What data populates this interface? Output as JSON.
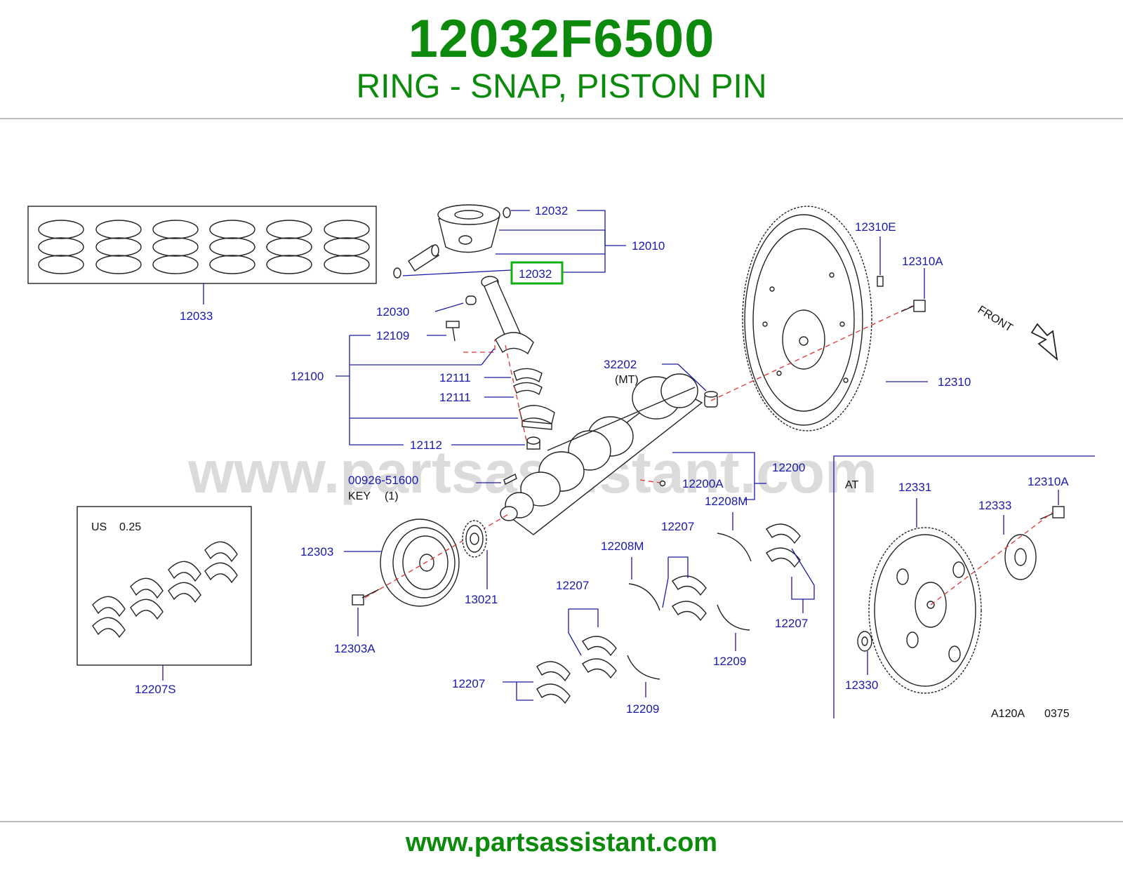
{
  "header": {
    "part_number": "12032F6500",
    "description": "RING - SNAP, PISTON PIN"
  },
  "diagram": {
    "watermark": "www.partsassistant.com",
    "highlighted_part": "12032",
    "labels": {
      "l12032a": "12032",
      "l12010": "12010",
      "l12032b": "12032",
      "l12033": "12033",
      "l12030": "12030",
      "l12109": "12109",
      "l12100": "12100",
      "l12111a": "12111",
      "l12111b": "12111",
      "l12112": "12112",
      "l32202": "32202",
      "l32202mt": "(MT)",
      "l12310e": "12310E",
      "l12310a": "12310A",
      "l12310": "12310",
      "front": "FRONT",
      "l12200": "12200",
      "l12200a": "12200A",
      "l00926": "00926-51600",
      "key": "KEY",
      "key_qty": "(1)",
      "us": "US",
      "us_size": "0.25",
      "l12303": "12303",
      "l13021": "13021",
      "l12303a": "12303A",
      "l12207s": "12207S",
      "l12208m_a": "12208M",
      "l12207_a": "12207",
      "l12208m_b": "12208M",
      "l12207_b": "12207",
      "l12207_c": "12207",
      "l12209_a": "12209",
      "l12207_d": "12207",
      "l12209_b": "12209",
      "at": "AT",
      "l12331": "12331",
      "l12333": "12333",
      "l12310a_b": "12310A",
      "l12330": "12330",
      "ref_code": "A120A",
      "ref_num": "0375"
    }
  },
  "footer": {
    "url": "www.partsassistant.com"
  },
  "colors": {
    "brand_green": "#0c8a0c",
    "callout_blue": "#1a1aa8",
    "highlight_green": "#10b010",
    "leader_red": "#e03030"
  }
}
